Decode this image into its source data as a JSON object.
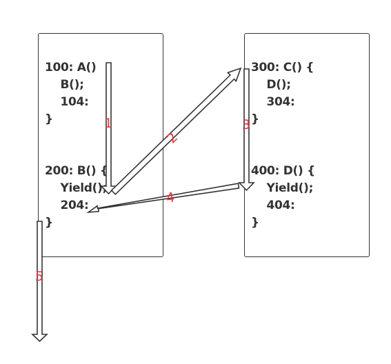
{
  "left_box": {
    "lines": [
      "100: A()",
      "    B();",
      "    104:",
      "}",
      "",
      "",
      "200: B() {",
      "    Yield();",
      "    204:",
      "}"
    ]
  },
  "right_box": {
    "lines": [
      "300: C() {",
      "    D();",
      "    304:",
      "}",
      "",
      "",
      "400: D() {",
      "    Yield();",
      "    404:",
      "}"
    ]
  },
  "arrows": [
    {
      "id": "arrow-1",
      "label": "1"
    },
    {
      "id": "arrow-2",
      "label": "2"
    },
    {
      "id": "arrow-3",
      "label": "3"
    },
    {
      "id": "arrow-4",
      "label": "4"
    },
    {
      "id": "arrow-5",
      "label": "5"
    }
  ],
  "colors": {
    "stroke": "#333333",
    "label": "#e8303a",
    "fill": "#ffffff"
  }
}
